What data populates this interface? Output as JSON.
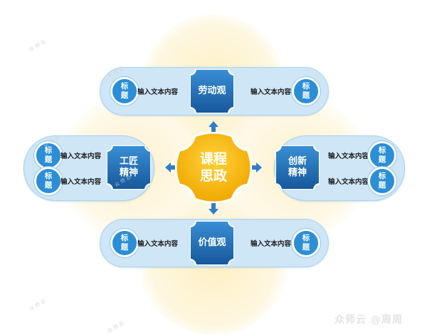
{
  "center": {
    "label": "课程思政"
  },
  "top": {
    "title": "劳动观",
    "left_tag": "标题",
    "left_text": "输入文本内容",
    "right_text": "输入文本内容",
    "right_tag": "标题"
  },
  "bottom": {
    "title": "价值观",
    "left_tag": "标题",
    "left_text": "输入文本内容",
    "right_text": "输入文本内容",
    "right_tag": "标题"
  },
  "left": {
    "title": "工匠精神",
    "tags": [
      "标题",
      "标题"
    ],
    "texts": [
      "输入文本内容",
      "输入文本内容"
    ]
  },
  "right": {
    "title": "创新精神",
    "tags": [
      "标题",
      "标题"
    ],
    "texts": [
      "输入文本内容",
      "输入文本内容"
    ]
  },
  "watermark": {
    "brand": "众师云 @周周",
    "text": "众 师 云"
  },
  "colors": {
    "accent": "#2b8ed6",
    "node": "#1f6fb8",
    "center": "#f3b400",
    "pill": "#cfe6f7",
    "blob": "#fdf3d2"
  }
}
